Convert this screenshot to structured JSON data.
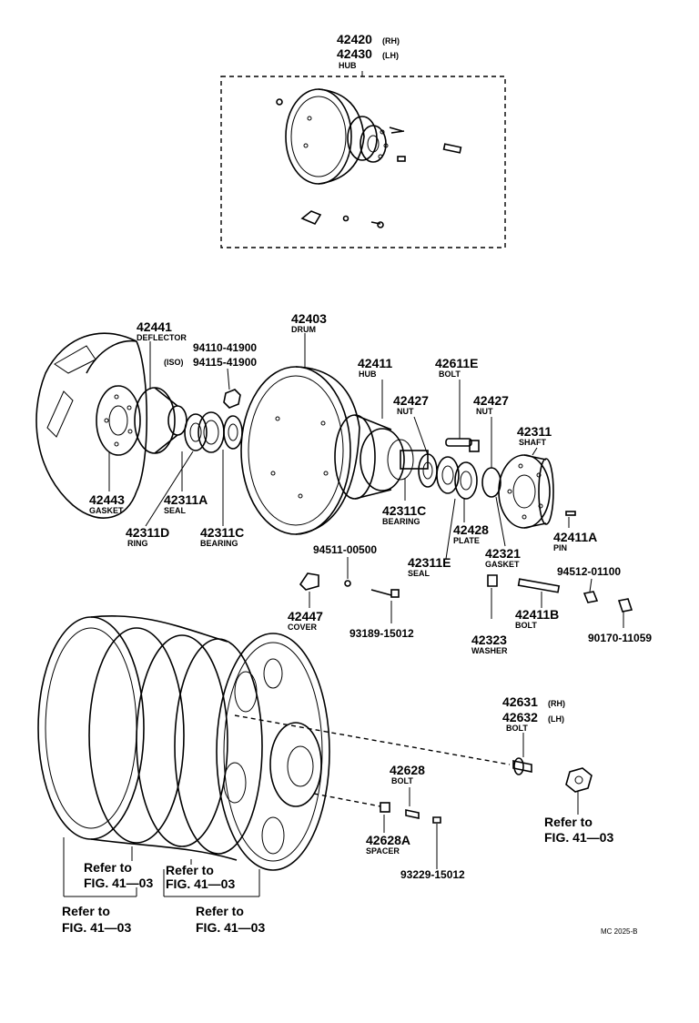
{
  "parts": [
    {
      "id": "hub-assy",
      "number": "42420",
      "side": "(RH)",
      "number2": "42430",
      "side2": "(LH)",
      "name": "HUB"
    },
    {
      "id": "deflector",
      "number": "42441",
      "name": "DEFLECTOR"
    },
    {
      "id": "nut-iso",
      "number": "94110-41900",
      "prefix": "(ISO)",
      "number2": "94115-41900"
    },
    {
      "id": "drum",
      "number": "42403",
      "name": "DRUM"
    },
    {
      "id": "hub",
      "number": "42411",
      "name": "HUB"
    },
    {
      "id": "bolt-hub",
      "number": "42611E",
      "name": "BOLT"
    },
    {
      "id": "nut-1",
      "number": "42427",
      "name": "NUT"
    },
    {
      "id": "nut-2",
      "number": "42427",
      "name": "NUT"
    },
    {
      "id": "shaft",
      "number": "42311",
      "name": "SHAFT"
    },
    {
      "id": "gasket-1",
      "number": "42443",
      "name": "GASKET"
    },
    {
      "id": "seal-1",
      "number": "42311A",
      "name": "SEAL"
    },
    {
      "id": "ring",
      "number": "42311D",
      "name": "RING"
    },
    {
      "id": "bearing-1",
      "number": "42311C",
      "name": "BEARING"
    },
    {
      "id": "bearing-2",
      "number": "42311C",
      "name": "BEARING"
    },
    {
      "id": "plate",
      "number": "42428",
      "name": "PLATE"
    },
    {
      "id": "gasket-2",
      "number": "42321",
      "name": "GASKET"
    },
    {
      "id": "pin",
      "number": "42411A",
      "name": "PIN"
    },
    {
      "id": "seal-2",
      "number": "42311E",
      "name": "SEAL"
    },
    {
      "id": "washer-sm",
      "number": "94511-00500"
    },
    {
      "id": "cover",
      "number": "42447",
      "name": "COVER"
    },
    {
      "id": "screw",
      "number": "93189-15012"
    },
    {
      "id": "washer",
      "number": "42323",
      "name": "WASHER"
    },
    {
      "id": "bolt-stud",
      "number": "42411B",
      "name": "BOLT"
    },
    {
      "id": "nut-3",
      "number": "94512-01100"
    },
    {
      "id": "nut-4",
      "number": "90170-11059"
    },
    {
      "id": "bolt-wheel",
      "number": "42631",
      "side": "(RH)",
      "number2": "42632",
      "side2": "(LH)",
      "name": "BOLT"
    },
    {
      "id": "bolt-2",
      "number": "42628",
      "name": "BOLT"
    },
    {
      "id": "spacer",
      "number": "42628A",
      "name": "SPACER"
    },
    {
      "id": "screw-2",
      "number": "93229-15012"
    }
  ],
  "refs": {
    "ref1": {
      "line1": "Refer to",
      "line2": "FIG. 41—03"
    },
    "ref2": {
      "line1": "Refer to",
      "line2": "FIG. 41—03"
    },
    "ref3": {
      "line1": "Refer to",
      "line2": "FIG. 41—03"
    },
    "ref4": {
      "line1": "Refer to",
      "line2": "FIG. 41—03"
    },
    "ref5": {
      "line1": "Refer to",
      "line2": "FIG. 41—03"
    }
  },
  "code": "MC 2025-B"
}
